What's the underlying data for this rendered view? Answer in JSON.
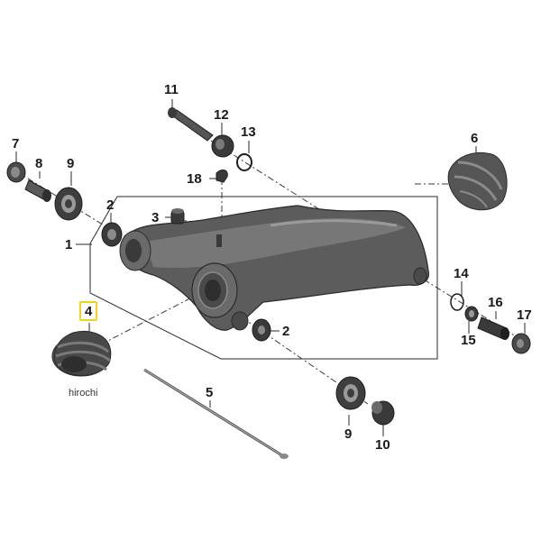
{
  "watermark": "hirochi",
  "colors": {
    "part_dark": "#3a3a3a",
    "part_mid": "#6e6e6e",
    "part_light": "#a8a8a8",
    "line": "#2a2a2a",
    "highlight": "#f2d21b"
  },
  "callouts": [
    {
      "id": "1",
      "text": "1"
    },
    {
      "id": "2a",
      "text": "2"
    },
    {
      "id": "2b",
      "text": "2"
    },
    {
      "id": "3",
      "text": "3"
    },
    {
      "id": "4",
      "text": "4"
    },
    {
      "id": "5",
      "text": "5"
    },
    {
      "id": "6",
      "text": "6"
    },
    {
      "id": "7",
      "text": "7"
    },
    {
      "id": "8",
      "text": "8"
    },
    {
      "id": "9a",
      "text": "9"
    },
    {
      "id": "9b",
      "text": "9"
    },
    {
      "id": "10",
      "text": "10"
    },
    {
      "id": "11",
      "text": "11"
    },
    {
      "id": "12",
      "text": "12"
    },
    {
      "id": "13",
      "text": "13"
    },
    {
      "id": "14",
      "text": "14"
    },
    {
      "id": "15",
      "text": "15"
    },
    {
      "id": "16",
      "text": "16"
    },
    {
      "id": "17",
      "text": "17"
    },
    {
      "id": "18",
      "text": "18"
    }
  ]
}
